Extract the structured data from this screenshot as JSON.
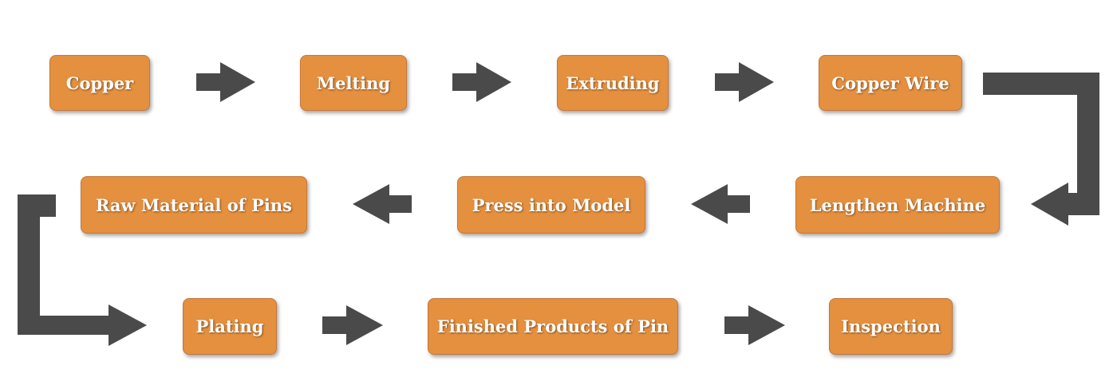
{
  "steps": [
    "Copper",
    "Melting",
    "Extruding",
    "Copper Wire",
    "Lengthen Machine",
    "Press into Model",
    "Raw Material of Pins",
    "Plating",
    "Finished Products of Pin",
    "Inspection"
  ],
  "colors": {
    "box_fill": "#e4903f",
    "box_border": "#c6773a",
    "box_text": "#ffffff",
    "arrow": "#4a4a4a"
  }
}
